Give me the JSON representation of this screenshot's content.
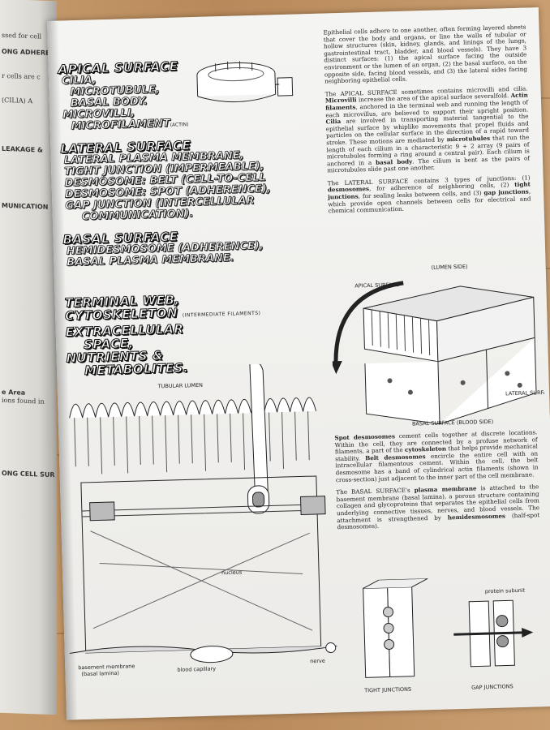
{
  "left_page": {
    "fragments": [
      "ssed for cell",
      "ONG ADHERE",
      "r cells are c",
      "(CILIA) A",
      "LEAKAGE &",
      "MUNICATION",
      "e Area",
      "ions found in",
      "ONG CELL SUR"
    ]
  },
  "headings": {
    "apical": "APICAL SURFACE",
    "apical_items": [
      "CILIA,",
      "MICROTUBULE,",
      "BASAL BODY.",
      "MICROVILLI,",
      "MICROFILAMENT"
    ],
    "actin_note": "(ACTIN)",
    "lateral": "LATERAL SURFACE",
    "lateral_items": [
      "LATERAL PLASMA MEMBRANE,",
      "TIGHT JUNCTION (IMPERMEABLE),",
      "DESMOSOME: BELT (CELL-TO-CELL",
      "DESMOSOME: SPOT (ADHERENCE),",
      "GAP JUNCTION (INTERCELLULAR",
      "COMMUNICATION)."
    ],
    "basal": "BASAL SURFACE",
    "basal_items": [
      "HEMIDESMOSOME (ADHERENCE),",
      "BASAL PLASMA MEMBRANE."
    ],
    "other_items": [
      "TERMINAL WEB,",
      "CYTOSKELETON",
      "EXTRACELLULAR",
      "SPACE,",
      "NUTRIENTS &",
      "METABOLITES."
    ],
    "intermediate_note": "(INTERMEDIATE FILAMENTS)"
  },
  "text": {
    "p1": "Epithelial cells adhere to one another, often forming layered sheets that cover the body and organs, or line the walls of tubular or hollow structures (skin, kidney, glands, and linings of the lungs, gastrointestinal tract, bladder, and blood vessels). They have 3 distinct surfaces: (1) the apical surface facing the outside environment or the lumen of an organ, (2) the basal surface, on the opposite side, facing blood vessels, and (3) the lateral sides facing neighboring epithelial cells.",
    "p2_lead": "The APICAL SURFACE sometimes contains microvilli and cilia.",
    "p2_b1": "Microvilli",
    "p2_t1": "increase the area of the apical surface severalfold.",
    "p2_b2": "Actin filaments",
    "p2_t2": ", anchored in the terminal web and running the length of each microvillus, are believed to support their upright position.",
    "p2_b3": "Cilia",
    "p2_t3": "are involved in transporting material tangential to the epithelial surface by whiplike movements that propel fluids and particles on the cellular surface in the direction of a rapid toward stroke. These motions are mediated by",
    "p2_b4": "microtubules",
    "p2_t4": "that run the length of each cilium in a characteristic 9 + 2 array (9 pairs of microtubules forming a ring around a central pair). Each cilium is anchored in a",
    "p2_b5": "basal body",
    "p2_t5": ". The cilium is bent as the pairs of microtubules slide past one another.",
    "p3_lead": "The LATERAL SURFACE contains 3 types of junctions: (1)",
    "p3_b1": "desmosomes",
    "p3_t1": ", for adherence of neighboring cells, (2)",
    "p3_b2": "tight junctions",
    "p3_t2": ", for sealing leaks between cells, and (3)",
    "p3_b3": "gap junctions",
    "p3_t3": ", which provide open channels between cells for electrical and chemical communication.",
    "p4_b1": "Spot desmosomes",
    "p4_t1": "cement cells together at discrete locations. Within the cell, they are connected by a profuse network of filaments, a part of the",
    "p4_b2": "cytoskeleton",
    "p4_t2": "that helps provide mechanical stability.",
    "p4_b3": "Belt desmosomes",
    "p4_t3": "encircle the entire cell with an intracellular filamentous cement. Within the cell, the belt desmosome has a band of cylindrical actin filaments (shown in cross-section) just adjacent to the inner part of the cell membrane.",
    "p5_lead": "The BASAL SURFACE's",
    "p5_b1": "plasma membrane",
    "p5_t1": "is attached to the basement membrane (basal lamina), a porous structure containing collagen and glycoproteins that separates the epithelial cells from underlying connective tissues, nerves, and blood vessels. The attachment is strengthened by",
    "p5_b2": "hemidesmosomes",
    "p5_t2": "(half-spot desmosomes)."
  },
  "diagram_labels": {
    "lumen_side": "(LUMEN SIDE)",
    "apical_surface": "APICAL SURFACE",
    "lateral_surfaces": "LATERAL SURFACES",
    "basal_surface": "BASAL SURFACE (BLOOD SIDE)",
    "tubular_lumen": "TUBULAR LUMEN",
    "nucleus": "nucleus",
    "basement_membrane": "basement membrane",
    "basal_lamina": "(basal lamina)",
    "blood_capillary": "blood capillary",
    "nerve": "nerve",
    "protein_subunit": "protein subunit",
    "tight_junctions": "TIGHT JUNCTIONS",
    "gap_junctions": "GAP JUNCTIONS"
  }
}
